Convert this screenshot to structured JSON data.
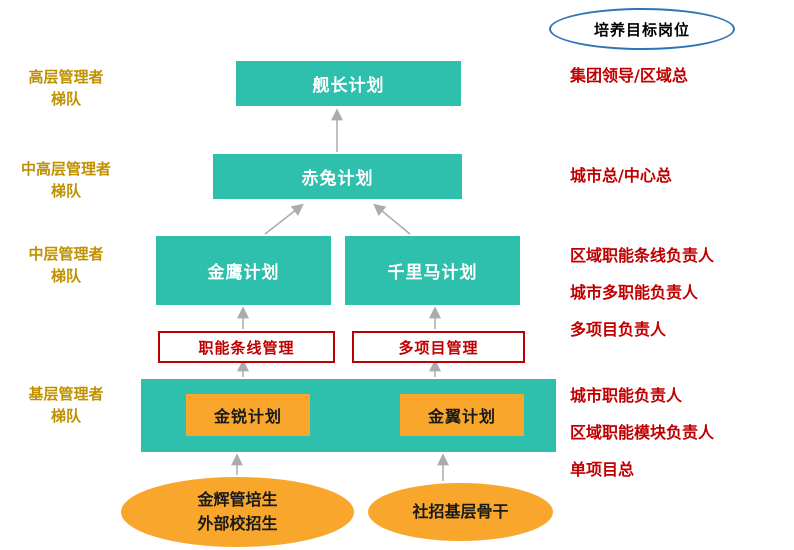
{
  "header_oval": {
    "label": "培养目标岗位"
  },
  "tiers": [
    {
      "line1": "高层管理者",
      "line2": "梯队"
    },
    {
      "line1": "中高层管理者",
      "line2": "梯队"
    },
    {
      "line1": "中层管理者",
      "line2": "梯队"
    },
    {
      "line1": "基层管理者",
      "line2": "梯队"
    }
  ],
  "plans": {
    "captain": "舰长计划",
    "chitu": "赤兔计划",
    "golden_eagle": "金鹰计划",
    "qianlima": "千里马计划",
    "jinrui": "金锐计划",
    "jinyi": "金翼计划"
  },
  "tags": {
    "functional_line": "职能条线管理",
    "multi_project": "多项目管理"
  },
  "sources": {
    "campus_line1": "金辉管培生",
    "campus_line2": "外部校招生",
    "social": "社招基层骨干"
  },
  "target_roles": [
    {
      "lines": [
        "集团领导/区域总"
      ]
    },
    {
      "lines": [
        "城市总/中心总"
      ]
    },
    {
      "lines": [
        "区域职能条线负责人",
        "城市多职能负责人",
        "多项目负责人"
      ]
    },
    {
      "lines": [
        "城市职能负责人",
        "区域职能模块负责人",
        "单项目总"
      ]
    }
  ],
  "colors": {
    "teal": "#2FBFAD",
    "orange": "#F9A72C",
    "red_text": "#C00000",
    "gold_text": "#BF9000",
    "oval_border": "#2E75B6",
    "arrow_gray": "#ABABAB"
  }
}
